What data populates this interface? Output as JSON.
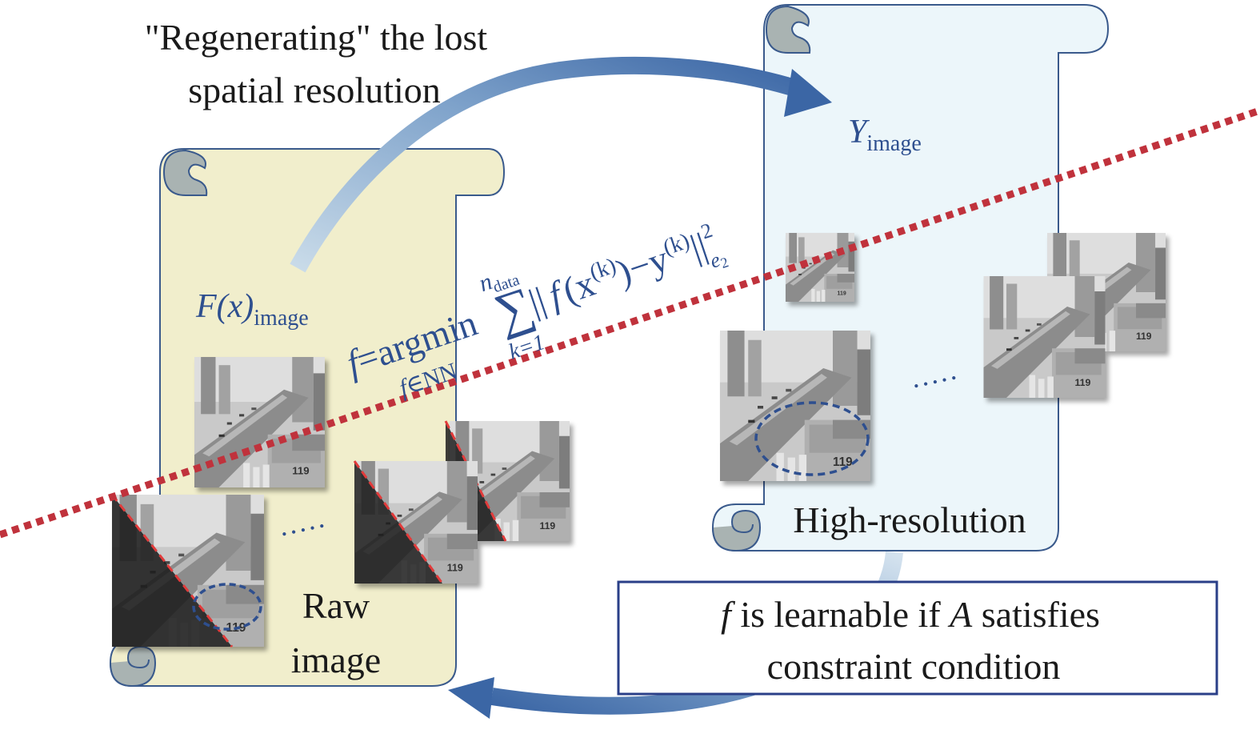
{
  "heading": {
    "line1": "\"Regenerating\" the lost",
    "line2": "spatial resolution"
  },
  "left_scroll": {
    "label_main": "F(x)",
    "label_sub": "image",
    "caption_line1": "Raw",
    "caption_line2": "image"
  },
  "right_scroll": {
    "label_main": "Y",
    "label_sub": "image",
    "caption": "High-resolution"
  },
  "formula": {
    "f": "f",
    "eq": "=argmin",
    "under": "f",
    "under_rest": "∈NN",
    "sum": "∑",
    "sum_top": "n",
    "sum_top_sub": "data",
    "sum_bottom": "k=1",
    "norm_open": "||",
    "f2": "f",
    "x": "(x",
    "sup_k": "(k)",
    "minus_y": ")−y",
    "sup_k2": "(k)",
    "norm_close": "||",
    "power": "2",
    "norm_sub": "e",
    "norm_sub2": "2"
  },
  "condition_box": {
    "f": "f",
    "text_a": " is learnable if ",
    "a": "A",
    "text_b": " satisfies",
    "line2": "constraint condition"
  },
  "images": {
    "number_label": "119",
    "ellipsis": "·····"
  },
  "colors": {
    "scroll_left_fill": "#f1eecc",
    "scroll_right_fill": "#ecf6fa",
    "scroll_stroke": "#3a5a8c",
    "curl_fill": "#a9b3b2",
    "text_blue": "#2e4f8f",
    "dotted_red": "#c0323c",
    "arrow_blue": "#3b66a5",
    "box_stroke": "#2a3f88"
  }
}
